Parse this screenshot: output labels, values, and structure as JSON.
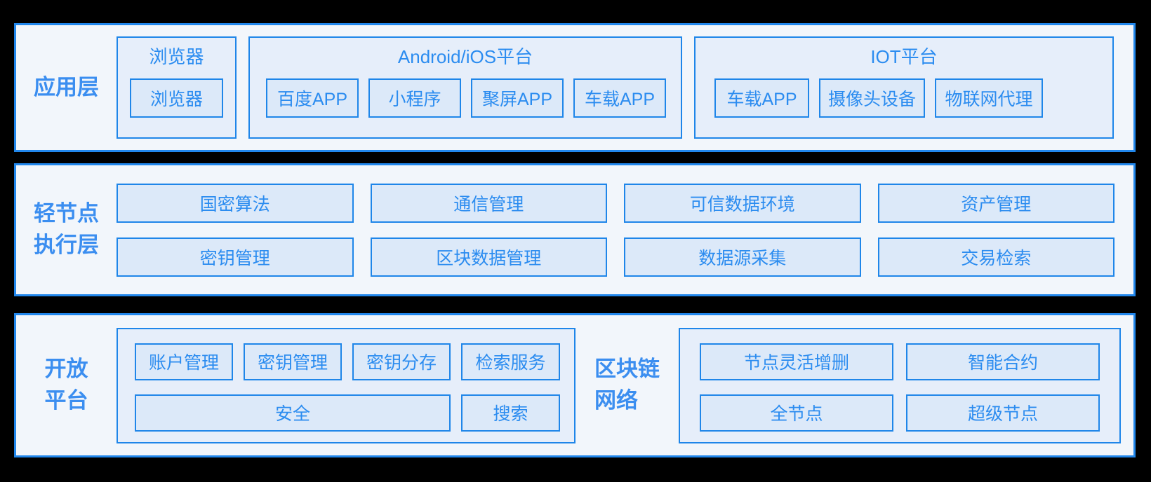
{
  "colors": {
    "page_bg": "#000000",
    "band_bg": "#f2f6fb",
    "band_border": "#2187ec",
    "group_bg": "#e6eefa",
    "box_bg": "#dce9f9",
    "box_border": "#1f86e9",
    "text_blue": "#2b8cf0",
    "label_blue": "#3b8ef0"
  },
  "app_layer": {
    "label": "应用层",
    "browser_group": {
      "title": "浏览器",
      "boxes": [
        "浏览器"
      ]
    },
    "mobile_group": {
      "title": "Android/iOS平台",
      "boxes": [
        "百度APP",
        "小程序",
        "聚屏APP",
        "车载APP"
      ]
    },
    "iot_group": {
      "title": "IOT平台",
      "boxes": [
        "车载APP",
        "摄像头设备",
        "物联网代理"
      ]
    }
  },
  "light_node_layer": {
    "label_line1": "轻节点",
    "label_line2": "执行层",
    "row1": [
      "国密算法",
      "通信管理",
      "可信数据环境",
      "资产管理"
    ],
    "row2": [
      "密钥管理",
      "区块数据管理",
      "数据源采集",
      "交易检索"
    ]
  },
  "open_platform_layer": {
    "label_line1": "开放",
    "label_line2": "平台",
    "platform_group": {
      "row1": [
        "账户管理",
        "密钥管理",
        "密钥分存",
        "检索服务"
      ],
      "security": "安全",
      "search": "搜索"
    },
    "network_label_line1": "区块链",
    "network_label_line2": "网络",
    "network_group": {
      "row1": [
        "节点灵活增删",
        "智能合约"
      ],
      "row2": [
        "全节点",
        "超级节点"
      ]
    }
  }
}
